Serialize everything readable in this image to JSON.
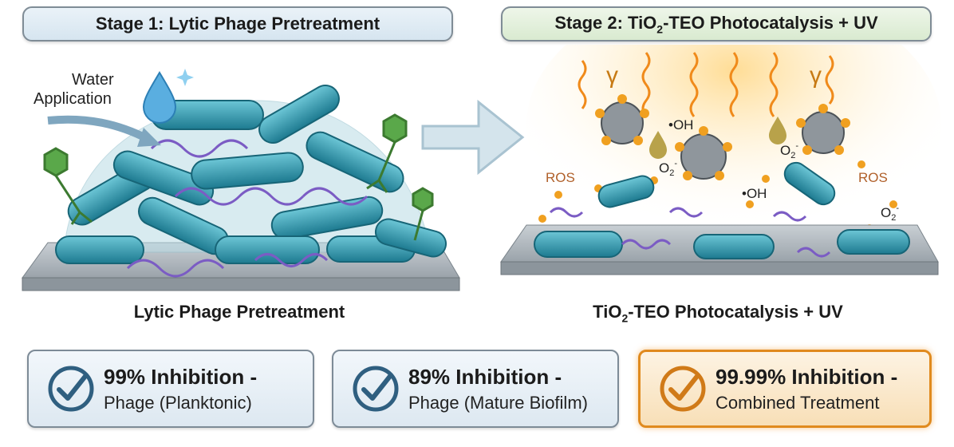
{
  "stage1": {
    "header": "Stage 1: Lytic Phage Pretreatment",
    "water_label_line1": "Water",
    "water_label_line2": "Application",
    "caption": "Lytic Phage Pretreatment"
  },
  "stage2": {
    "header_pre": "Stage 2: TiO",
    "header_sub": "2",
    "header_post": "-TEO Photocatalysis + UV",
    "caption_pre": "TiO",
    "caption_sub": "2",
    "caption_post": "-TEO Photocatalysis + UV",
    "gamma": "γ",
    "oh_label": "•OH",
    "o2_label": "O",
    "o2_sub": "2",
    "o2_sup": "-",
    "ros_label": "ROS"
  },
  "results": [
    {
      "title": "99% Inhibition -",
      "subtitle": "Phage (Planktonic)"
    },
    {
      "title": "89% Inhibition -",
      "subtitle": "Phage (Mature Biofilm)"
    },
    {
      "title": "99.99% Inhibition -",
      "subtitle": "Combined Treatment"
    }
  ],
  "colors": {
    "bacteria": "#2f9bb0",
    "phage": "#5aa84a",
    "dna": "#7b5cc4",
    "ros_particle": "#f0a020",
    "highlight_border": "#e08a1e",
    "check": "#2f5f80"
  }
}
